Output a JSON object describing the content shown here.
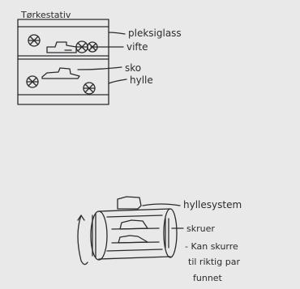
{
  "drawing_top": {
    "title": "Tørkestativ",
    "labels": {
      "pleksiglass": "pleksiglass",
      "vifte": "vifte",
      "sko": "sko",
      "hylle": "hylle"
    }
  },
  "drawing_bottom": {
    "labels": {
      "hyllesystem": "hyllesystem",
      "skruer": "skruer",
      "note_line1": "- Kan skurre",
      "note_line2": "til riktig par",
      "note_line3": "funnet"
    }
  },
  "colors": {
    "paper": "#e9e9ea",
    "ink": "#2b2b2d"
  }
}
